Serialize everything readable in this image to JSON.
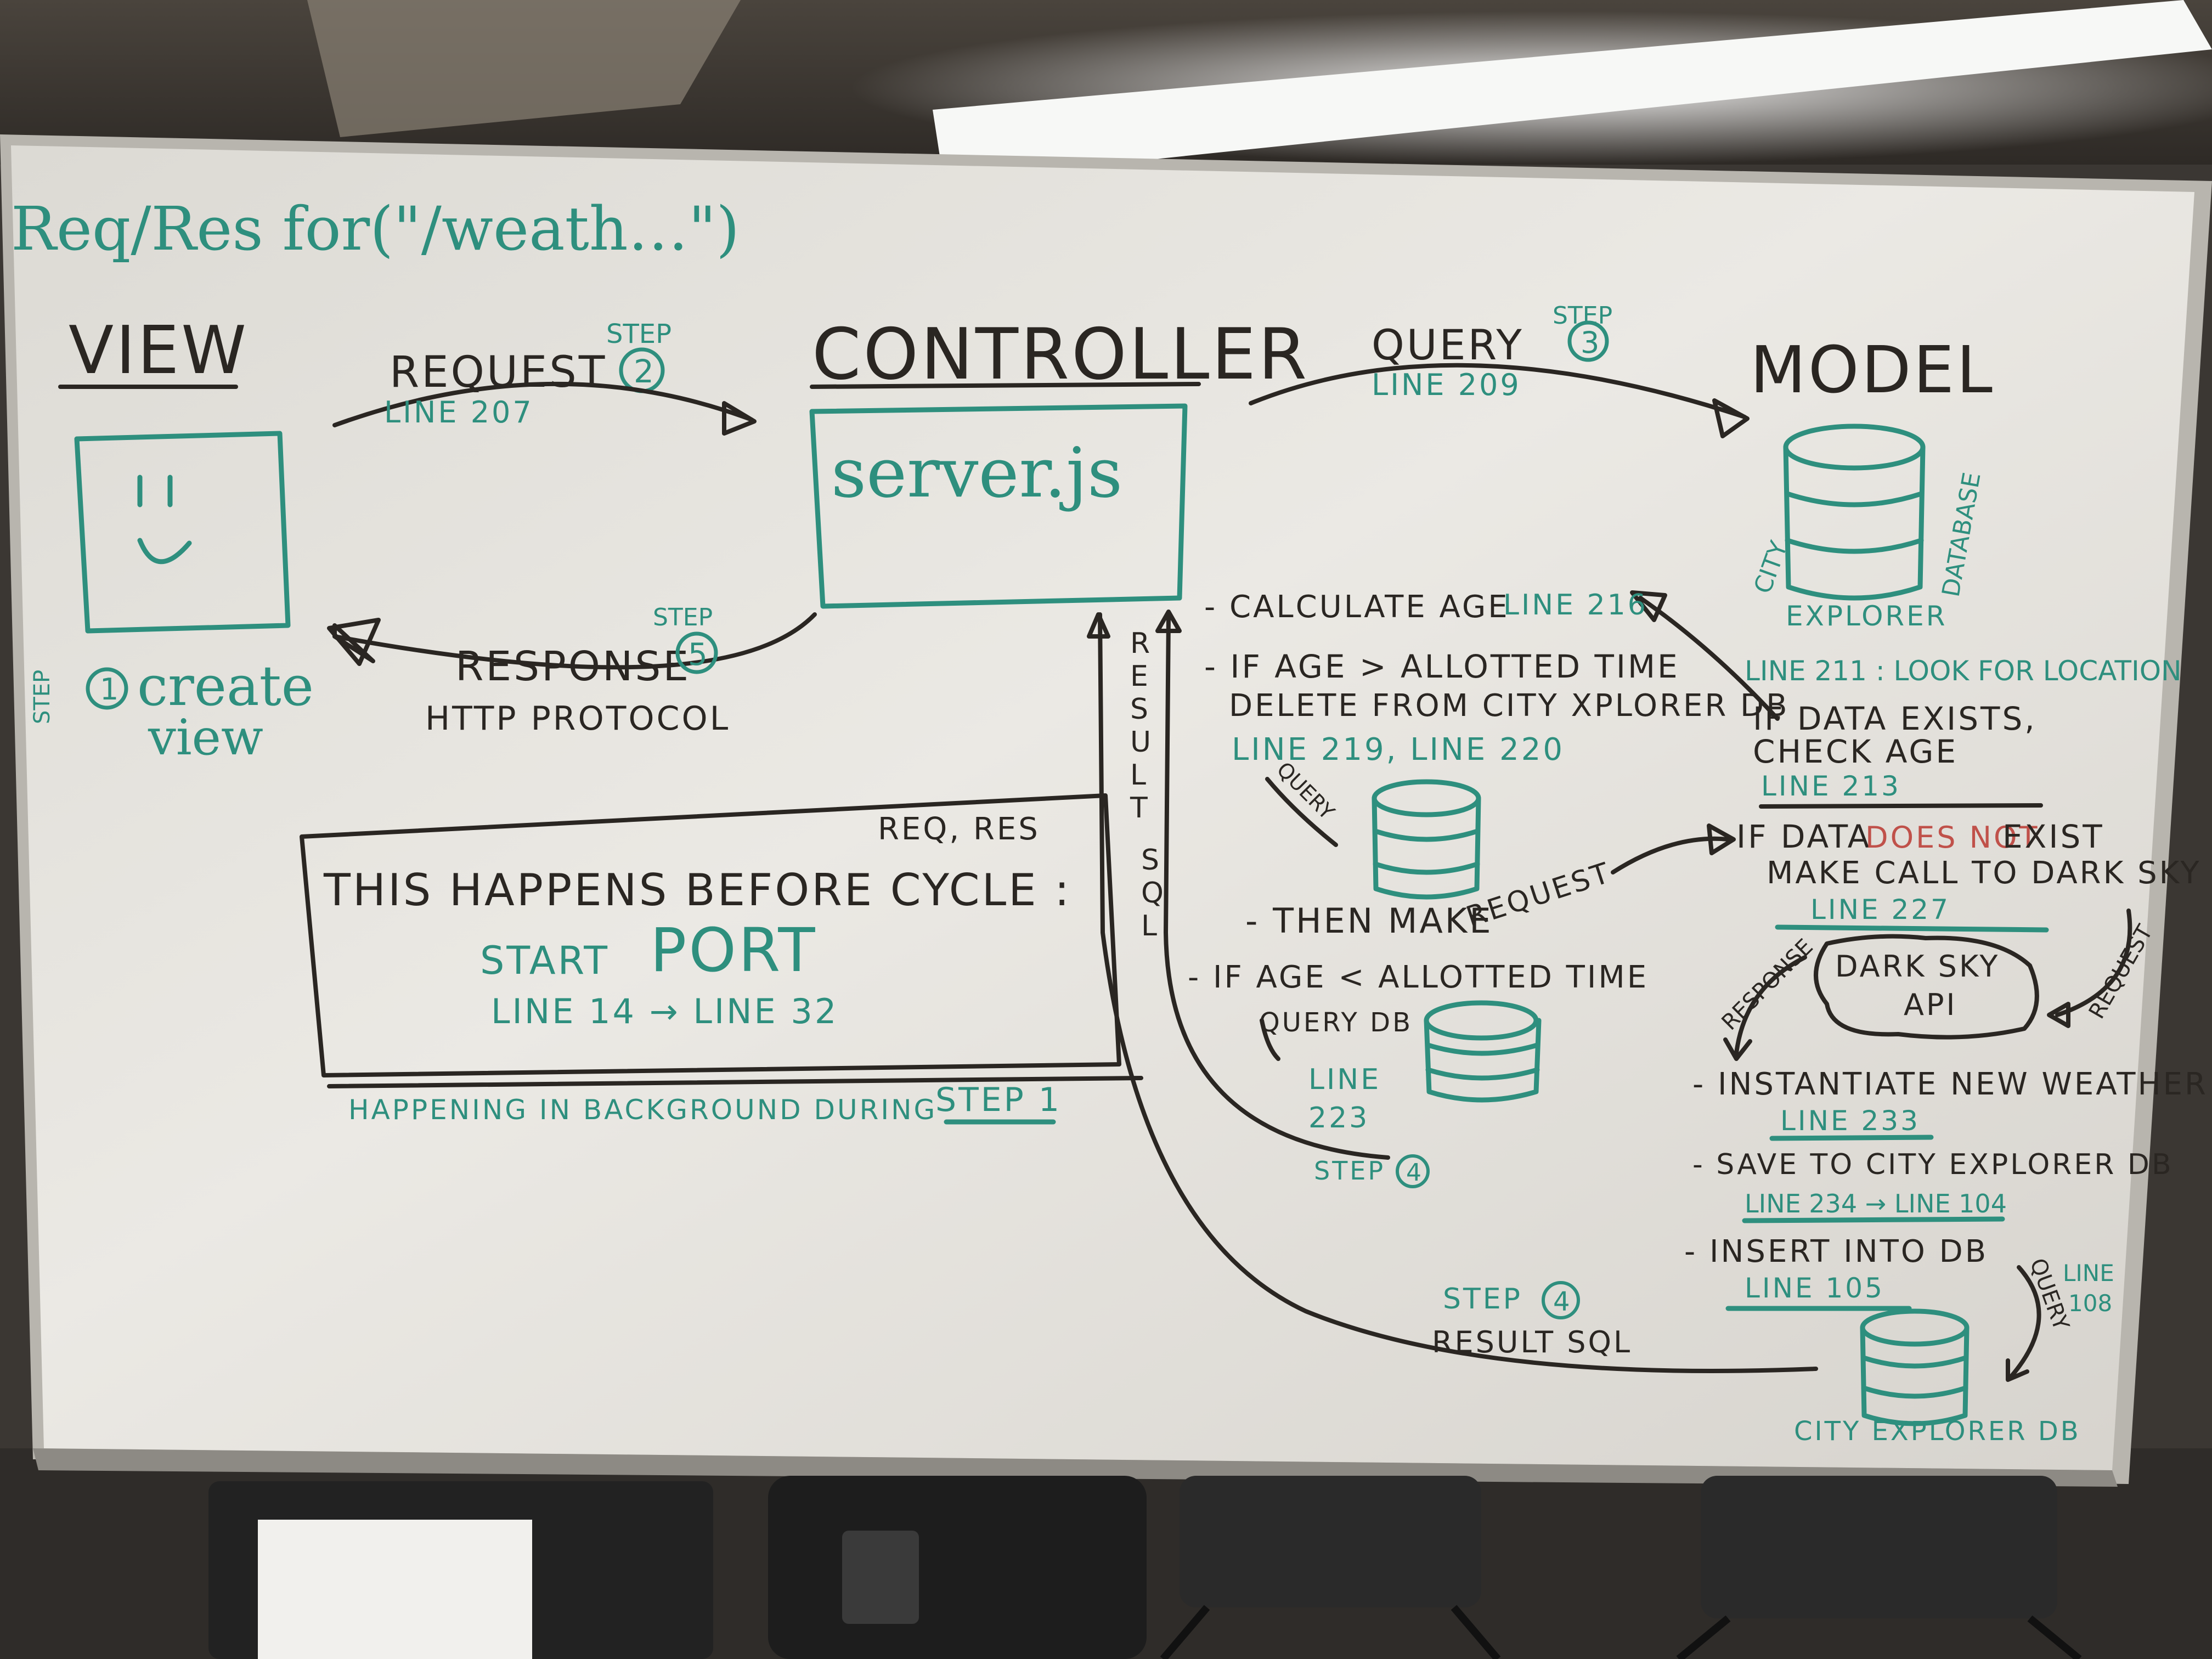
{
  "colors": {
    "marker_green": "#2e8f7e",
    "marker_black": "#2a2622",
    "marker_red": "#c0514a",
    "board": "#e6e4df"
  },
  "title": "Req/Res for(\"/weath…\")",
  "view": {
    "heading": "VIEW",
    "step_word": "STEP",
    "step_num": "1",
    "caption_1": "create",
    "caption_2": "view"
  },
  "request_arrow": {
    "label": "REQUEST",
    "line": "LINE 207",
    "step_word": "STEP",
    "step_num": "2"
  },
  "response_arrow": {
    "label": "RESPONSE",
    "protocol": "HTTP PROTOCOL",
    "step_word": "STEP",
    "step_num": "5"
  },
  "controller": {
    "heading": "CONTROLLER",
    "file": "server.js"
  },
  "query_arrow": {
    "label": "QUERY",
    "line": "LINE 209",
    "step_word": "STEP",
    "step_num": "3"
  },
  "model": {
    "heading": "MODEL",
    "db_label_left": "CITY",
    "db_label_bottom": "EXPLORER",
    "db_label_right": "DATABASE",
    "line_211": "LINE 211 : LOOK FOR LOCATION",
    "exists_1": "IF DATA EXISTS,",
    "exists_2": "CHECK AGE",
    "line_213": "LINE 213",
    "not_exist_a": "IF DATA",
    "not_exist_b": "DOES NOT",
    "not_exist_c": "EXIST",
    "make_call": "MAKE CALL TO DARK SKY",
    "line_227": "LINE 227",
    "api_1": "DARK SKY",
    "api_2": "API",
    "response_word": "RESPONSE",
    "request_word": "REQUEST",
    "instantiate": "- INSTANTIATE NEW WEATHER",
    "line_233": "LINE 233",
    "save": "- SAVE TO CITY EXPLORER DB",
    "line_234": "LINE 234 → LINE 104",
    "insert": "- INSERT INTO DB",
    "line_105": "LINE 105",
    "query_word": "QUERY",
    "line_108a": "LINE",
    "line_108b": "108",
    "bottom_db": "CITY EXPLORER DB"
  },
  "middle": {
    "calc": "- CALCULATE AGE",
    "line_216": "LINE 216",
    "if_age_gt": "- IF AGE > ALLOTTED TIME",
    "delete_from": "DELETE FROM CITY XPLORER DB",
    "line_219_220": "LINE 219, LINE 220",
    "query_word": "QUERY",
    "then_make": "- THEN MAKE",
    "request_word": "REQUEST",
    "if_age_lt": "- IF AGE < ALLOTTED TIME",
    "query_db": "QUERY DB",
    "line_word": "LINE",
    "line_num": "223",
    "step4_word": "STEP",
    "step4_num": "4"
  },
  "result_sql_vertical": [
    "R",
    "E",
    "S",
    "U",
    "L",
    "T",
    "",
    "S",
    "Q",
    "L"
  ],
  "bottom_result": {
    "step_word": "STEP",
    "step_num": "4",
    "label": "RESULT SQL"
  },
  "before_box": {
    "reqres": "REQ, RES",
    "heading": "THIS HAPPENS BEFORE CYCLE :",
    "start": "START",
    "port": "PORT",
    "lines": "LINE 14 → LINE 32",
    "footnote_a": "HAPPENING IN BACKGROUND DURING",
    "footnote_b": "STEP 1"
  },
  "db_icons": [
    "city-explorer-database",
    "delete-query-db",
    "query-db-line-223",
    "city-explorer-db-bottom"
  ]
}
